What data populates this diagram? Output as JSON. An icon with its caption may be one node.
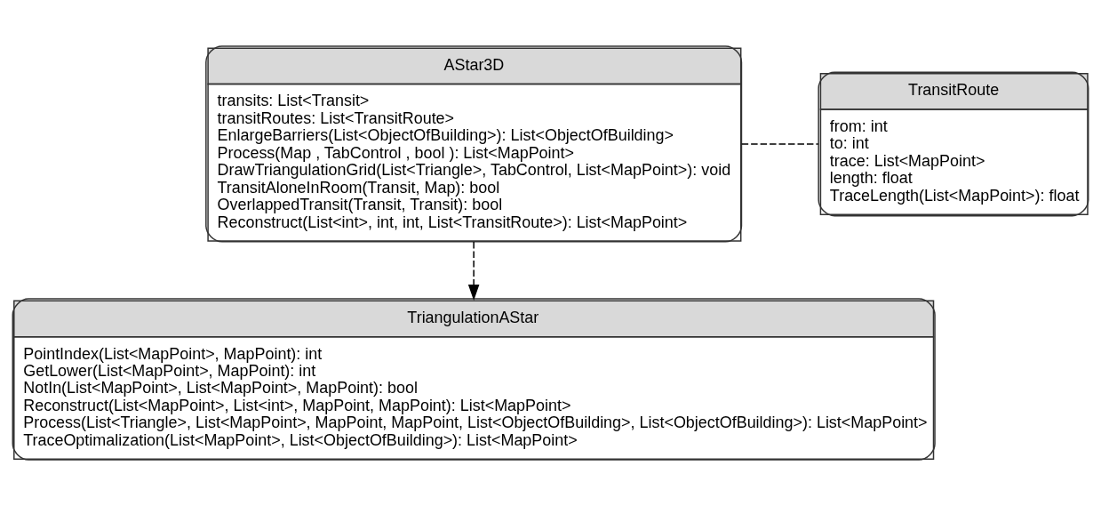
{
  "diagram": {
    "nodes": [
      {
        "text": [
          "AStar3D",
          "transits: List<Transit>",
          "transitRoutes: List<TransitRoute>",
          "EnlargeBarriers(List<ObjectOfBuilding>): List<ObjectOfBuilding>",
          "Process(Map , TabControl , bool ): List<MapPoint>",
          "DrawTriangulationGrid(List<Triangle>, TabControl, List<MapPoint>): void",
          "TransitAloneInRoom(Transit, Map): bool",
          "OverlappedTransit(Transit, Transit): bool",
          "Reconstruct(List<int>, int, int, List<TransitRoute>): List<MapPoint>"
        ]
      },
      {
        "text": [
          "TransitRoute",
          "from: int",
          "to: int",
          "trace: List<MapPoint>",
          "length: float",
          "TraceLength(List<MapPoint>): float"
        ]
      },
      {
        "text": [
          "TriangulationAStar",
          "PointIndex(List<MapPoint>, MapPoint): int",
          "GetLower(List<MapPoint>, MapPoint): int",
          "NotIn(List<MapPoint>, List<MapPoint>, MapPoint): bool",
          "Reconstruct(List<MapPoint>, List<int>, MapPoint, MapPoint): List<MapPoint>",
          "Process(List<Triangle>, List<MapPoint>, MapPoint, MapPoint, List<ObjectOfBuilding>, List<ObjectOfBuilding>): List<MapPoint>",
          "TraceOptimalization(List<MapPoint>, List<ObjectOfBuilding>): List<MapPoint>"
        ]
      }
    ],
    "edges": [
      {
        "from": 0,
        "to": 1,
        "arrow": "none",
        "style": "dashed"
      },
      {
        "from": 0,
        "to": 2,
        "arrow": "to",
        "style": "dashed"
      }
    ]
  }
}
